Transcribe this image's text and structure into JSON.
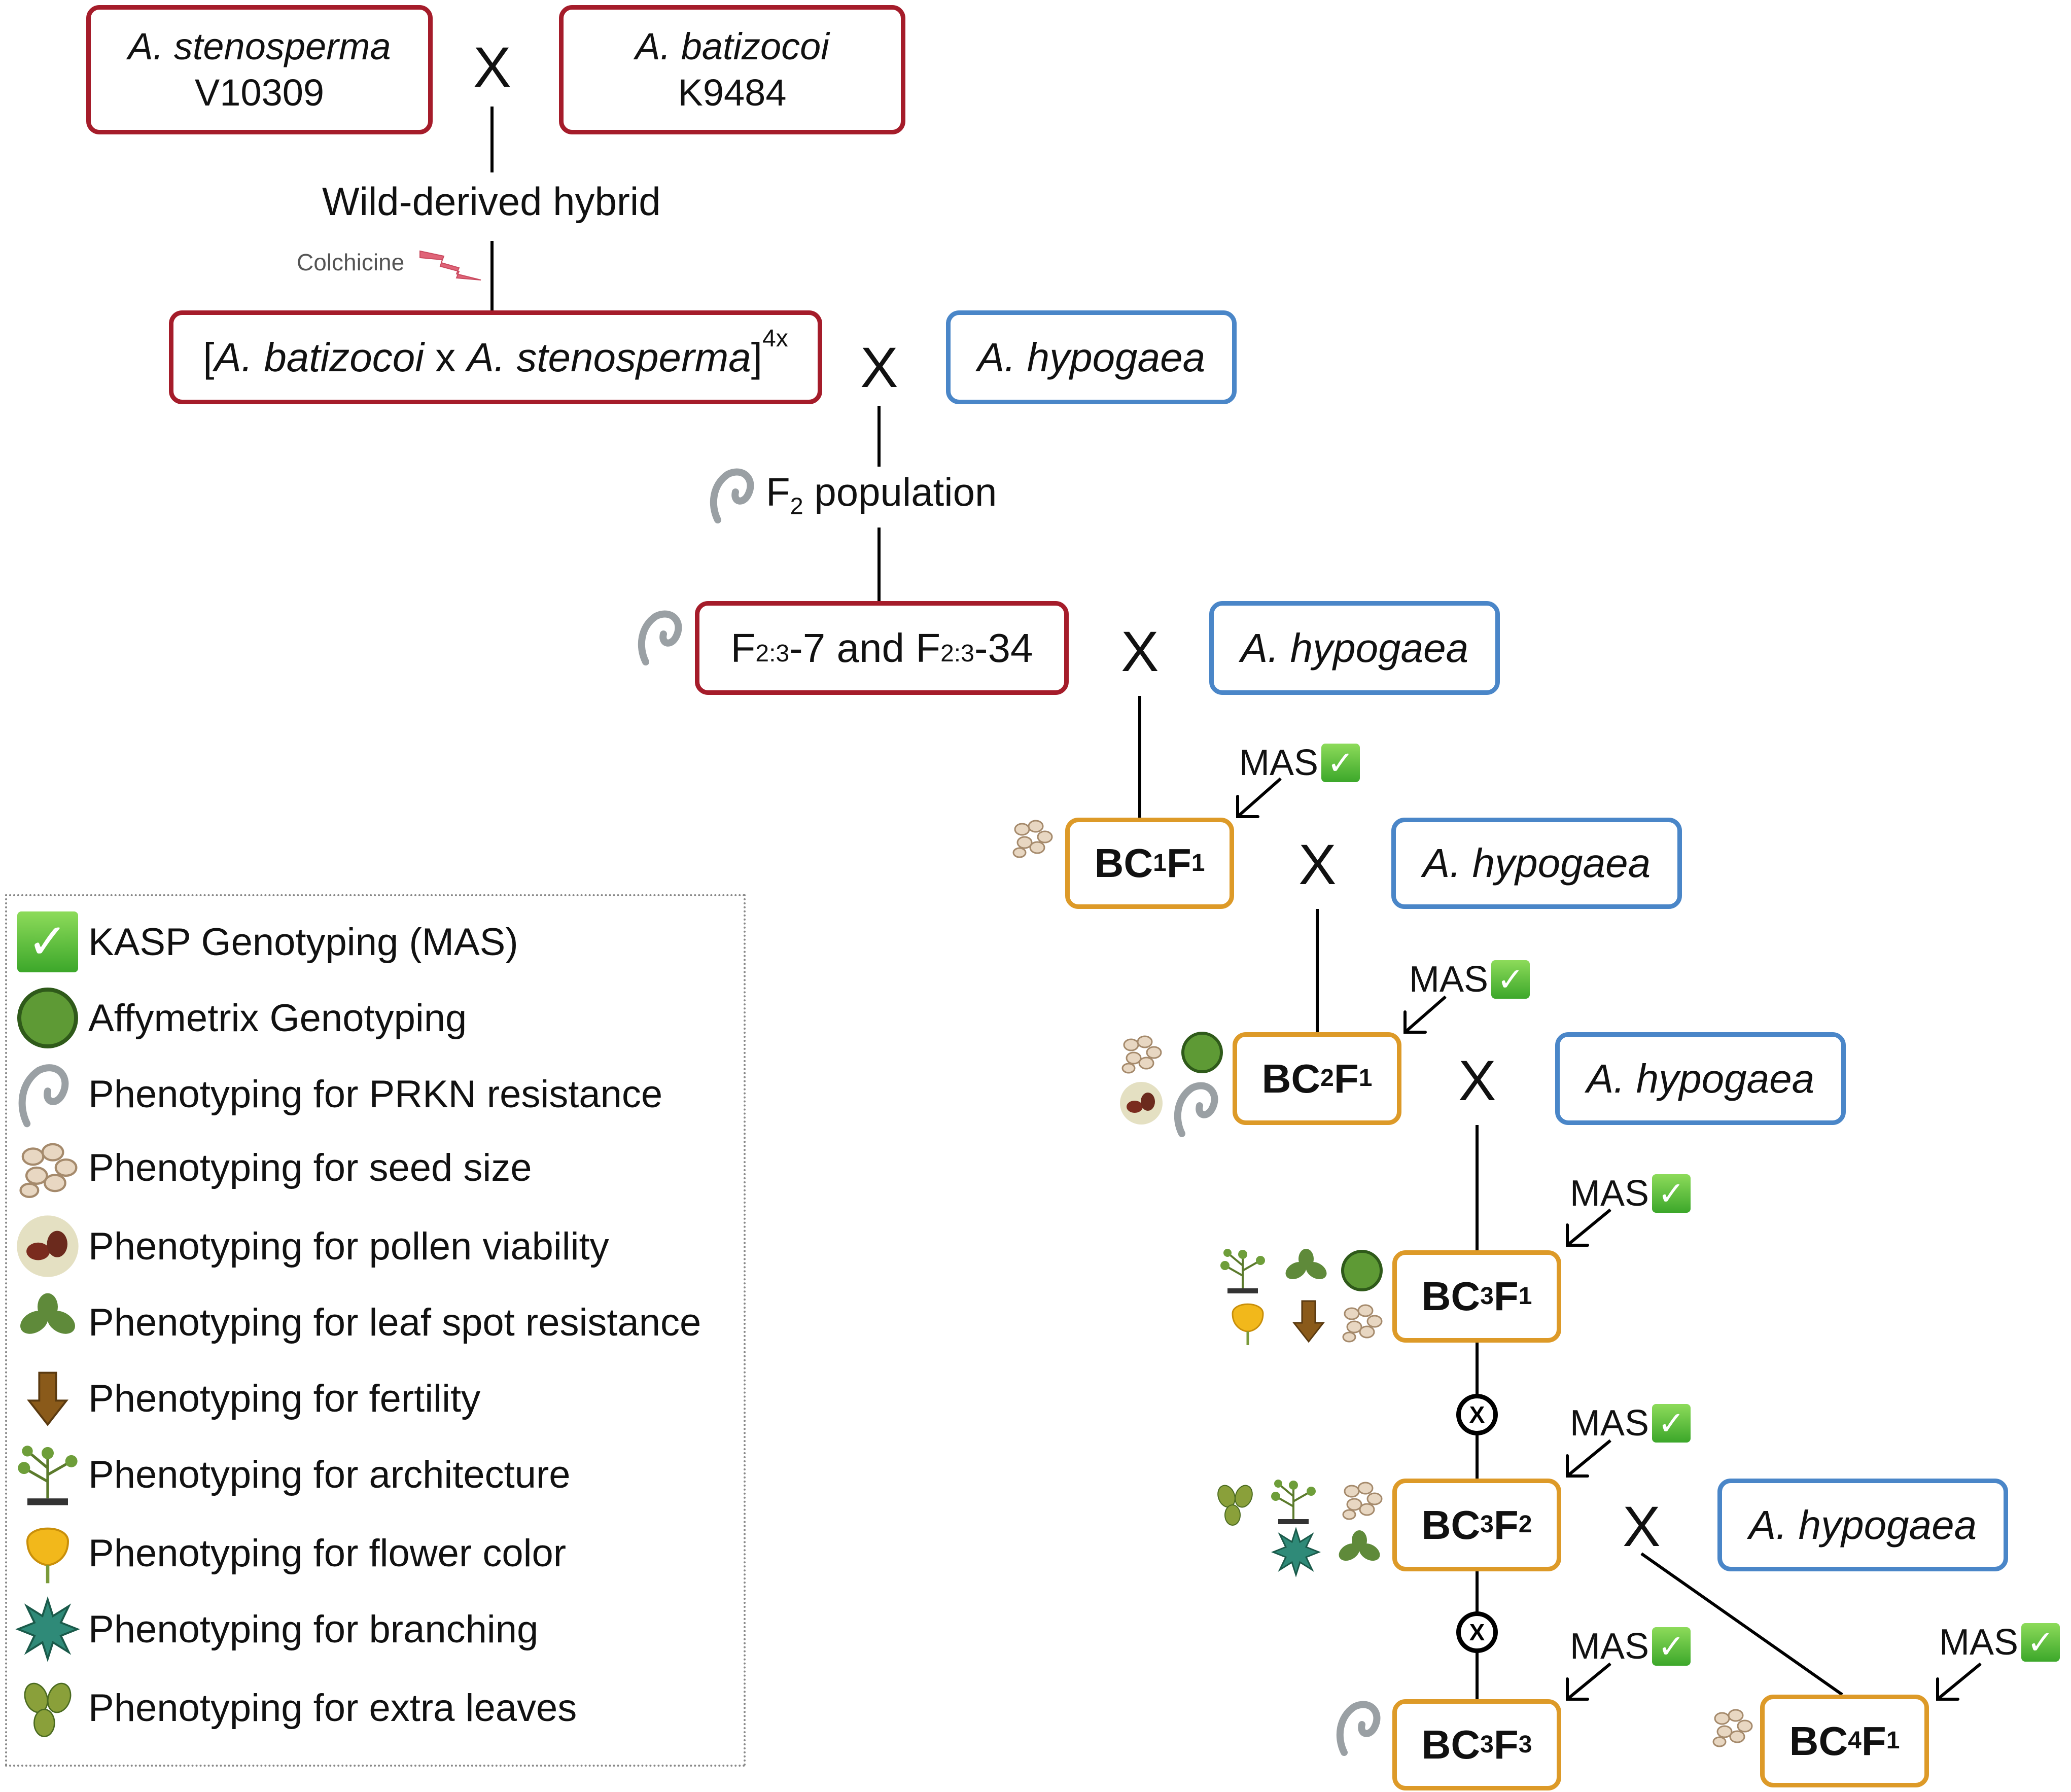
{
  "colors": {
    "wild_border": "#a51c2a",
    "cultivated_border": "#4a86c8",
    "backcross_border": "#dd9a28",
    "check_green": "#3ca72a",
    "colchicine_pink": "#e06478"
  },
  "nodes": {
    "steno_name": "A. stenosperma",
    "steno_acc": "V10309",
    "bati_name": "A. batizocoi",
    "bati_acc": "K9484",
    "amph_open": "[",
    "amph_bati": "A. batizocoi",
    "amph_x": " x ",
    "amph_steno": "A. stenosperma",
    "amph_close": "]",
    "amph_ploidy": "4x",
    "hypogaea": "A. hypogaea",
    "f23_F": "F",
    "f23_sub": "2:3",
    "f23_mid": "-7 and F",
    "f23_end": "-34",
    "bc_B": "BC",
    "bc_F": "F",
    "bc1f1": {
      "a": "1",
      "b": "1"
    },
    "bc2f1": {
      "a": "2",
      "b": "1"
    },
    "bc3f1": {
      "a": "3",
      "b": "1"
    },
    "bc3f2": {
      "a": "3",
      "b": "2"
    },
    "bc3f3": {
      "a": "3",
      "b": "3"
    },
    "bc4f1": {
      "a": "4",
      "b": "1"
    }
  },
  "labels": {
    "cross": "X",
    "wild_hybrid": "Wild-derived hybrid",
    "colchicine": "Colchicine",
    "f2_F": "F",
    "f2_sub": "2",
    "f2_pop": " population",
    "mas": "MAS",
    "check_glyph": "✓",
    "selfing": "X"
  },
  "legend": [
    {
      "icon": "kasp-check-icon",
      "label": "KASP Genotyping (MAS)"
    },
    {
      "icon": "affymetrix-circle-icon",
      "label": "Affymetrix Genotyping"
    },
    {
      "icon": "nematode-icon",
      "label": "Phenotyping for PRKN resistance"
    },
    {
      "icon": "seeds-icon",
      "label": "Phenotyping for seed size"
    },
    {
      "icon": "pollen-icon",
      "label": "Phenotyping for pollen viability"
    },
    {
      "icon": "leaf-spot-icon",
      "label": "Phenotyping for leaf spot resistance"
    },
    {
      "icon": "fertility-arrow-icon",
      "label": "Phenotyping for fertility"
    },
    {
      "icon": "plant-architecture-icon",
      "label": "Phenotyping for architecture"
    },
    {
      "icon": "flower-icon",
      "label": "Phenotyping for flower color"
    },
    {
      "icon": "branching-star-icon",
      "label": "Phenotyping for branching"
    },
    {
      "icon": "extra-leaves-icon",
      "label": "Phenotyping for extra leaves"
    }
  ]
}
